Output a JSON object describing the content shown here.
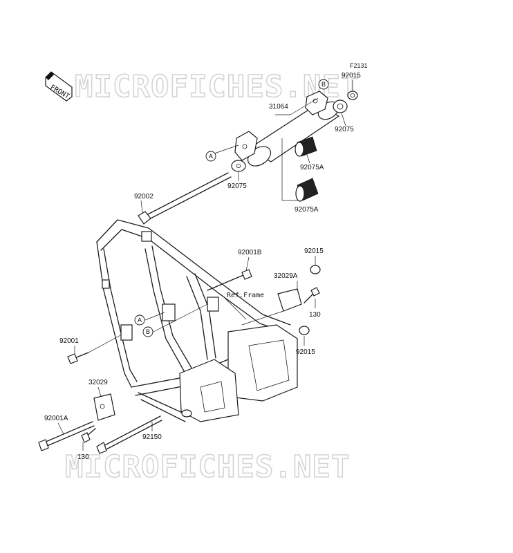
{
  "watermark": "MICROFICHES.NET",
  "figure_code": "F2131",
  "front_label": "FRONT",
  "ref_frame": "Ref.Frame",
  "callouts": {
    "a": "A",
    "b": "B"
  },
  "parts": {
    "p31064": "31064",
    "p92015_top": "92015",
    "p92075_right": "92075",
    "p92075A_top": "92075A",
    "p92075_left": "92075",
    "p92075A_bottom": "92075A",
    "p92002": "92002",
    "p92001B": "92001B",
    "p92015_mid": "92015",
    "p32029A": "32029A",
    "p130_right": "130",
    "p92015_low": "92015",
    "p92001": "92001",
    "p32029": "32029",
    "p92001A": "92001A",
    "p92150": "92150",
    "p130_left": "130"
  }
}
